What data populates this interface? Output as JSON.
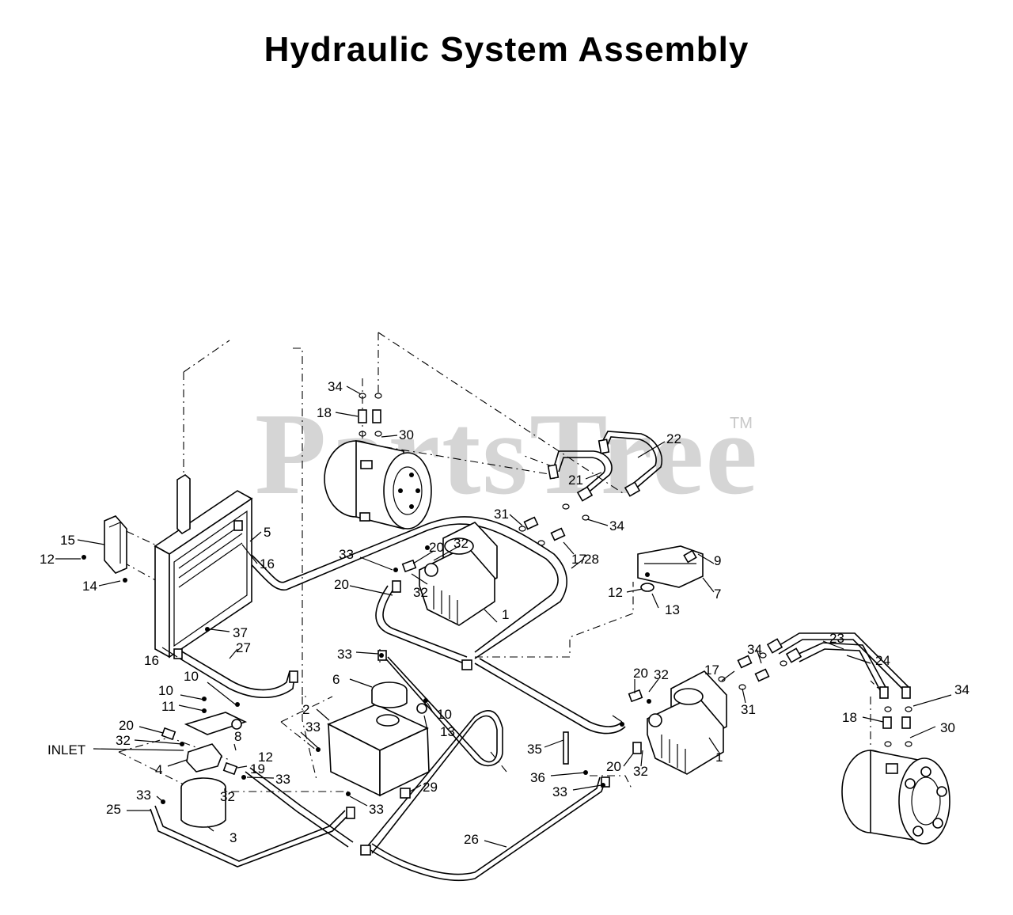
{
  "title": "Hydraulic System Assembly",
  "watermark": {
    "text": "PartsTree",
    "trademark": "TM"
  },
  "callouts": [
    "34",
    "18",
    "30",
    "22",
    "21",
    "31",
    "34",
    "17",
    "5",
    "15",
    "12",
    "14",
    "16",
    "33",
    "20",
    "32",
    "28",
    "9",
    "7",
    "12",
    "13",
    "32",
    "20",
    "1",
    "33",
    "37",
    "16",
    "27",
    "6",
    "2",
    "10",
    "13",
    "33",
    "23",
    "24",
    "34",
    "17",
    "31",
    "20",
    "32",
    "34",
    "18",
    "30",
    "10",
    "10",
    "11",
    "20",
    "32",
    "INLET",
    "4",
    "8",
    "12",
    "19",
    "33",
    "32",
    "33",
    "25",
    "3",
    "33",
    "29",
    "35",
    "36",
    "33",
    "20",
    "32",
    "1",
    "26"
  ]
}
